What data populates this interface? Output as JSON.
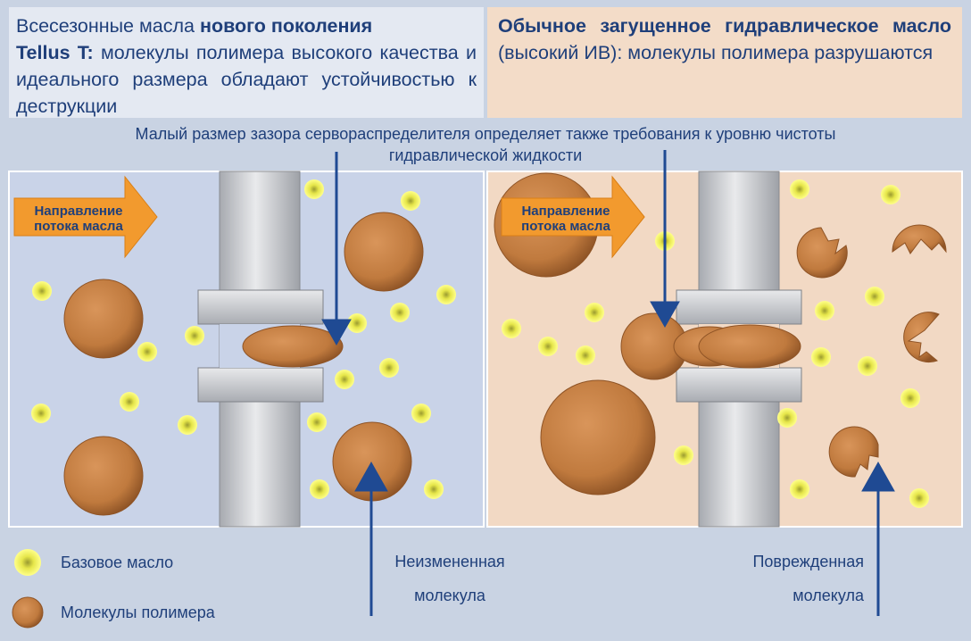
{
  "header_left": {
    "part1": "Всесезонные масла ",
    "bold1": "нового поколения",
    "bold2": "Tellus T:",
    "part2": " молекулы полимера высокого качества и идеального размера обладают устойчивостью к деструкции"
  },
  "header_right": {
    "bold1": "Обычное загущенное гидравлическое масло",
    "part1": " (высокий ИВ): молекулы полимера разрушаются"
  },
  "caption": {
    "line1": "Малый размер зазора сервораспределителя определяет также требования к уровню чистоты",
    "line2": "гидравлической жидкости"
  },
  "flow_arrow_left": {
    "line1": "Направление",
    "line2": "потока масла"
  },
  "flow_arrow_right": {
    "line1": "Направление",
    "line2": "потока масла"
  },
  "legend": {
    "base_oil": "Базовое масло",
    "polymer_molecules": "Молекулы полимера"
  },
  "callouts": {
    "unchanged_line1": "Неизмененная",
    "unchanged_line2": "молекула",
    "damaged_line1": "Поврежденная",
    "damaged_line2": "молекула"
  },
  "colors": {
    "panel_left_bg": "#c9d3e8",
    "panel_right_bg": "#f2d9c4",
    "arrow_blue": "#1f4a93",
    "flow_arrow_orange": "#f29a2e",
    "molecule_brown": "#c07a3e",
    "base_oil_yellow": "#f0f060",
    "valve_gray": "#b9bcc2"
  }
}
